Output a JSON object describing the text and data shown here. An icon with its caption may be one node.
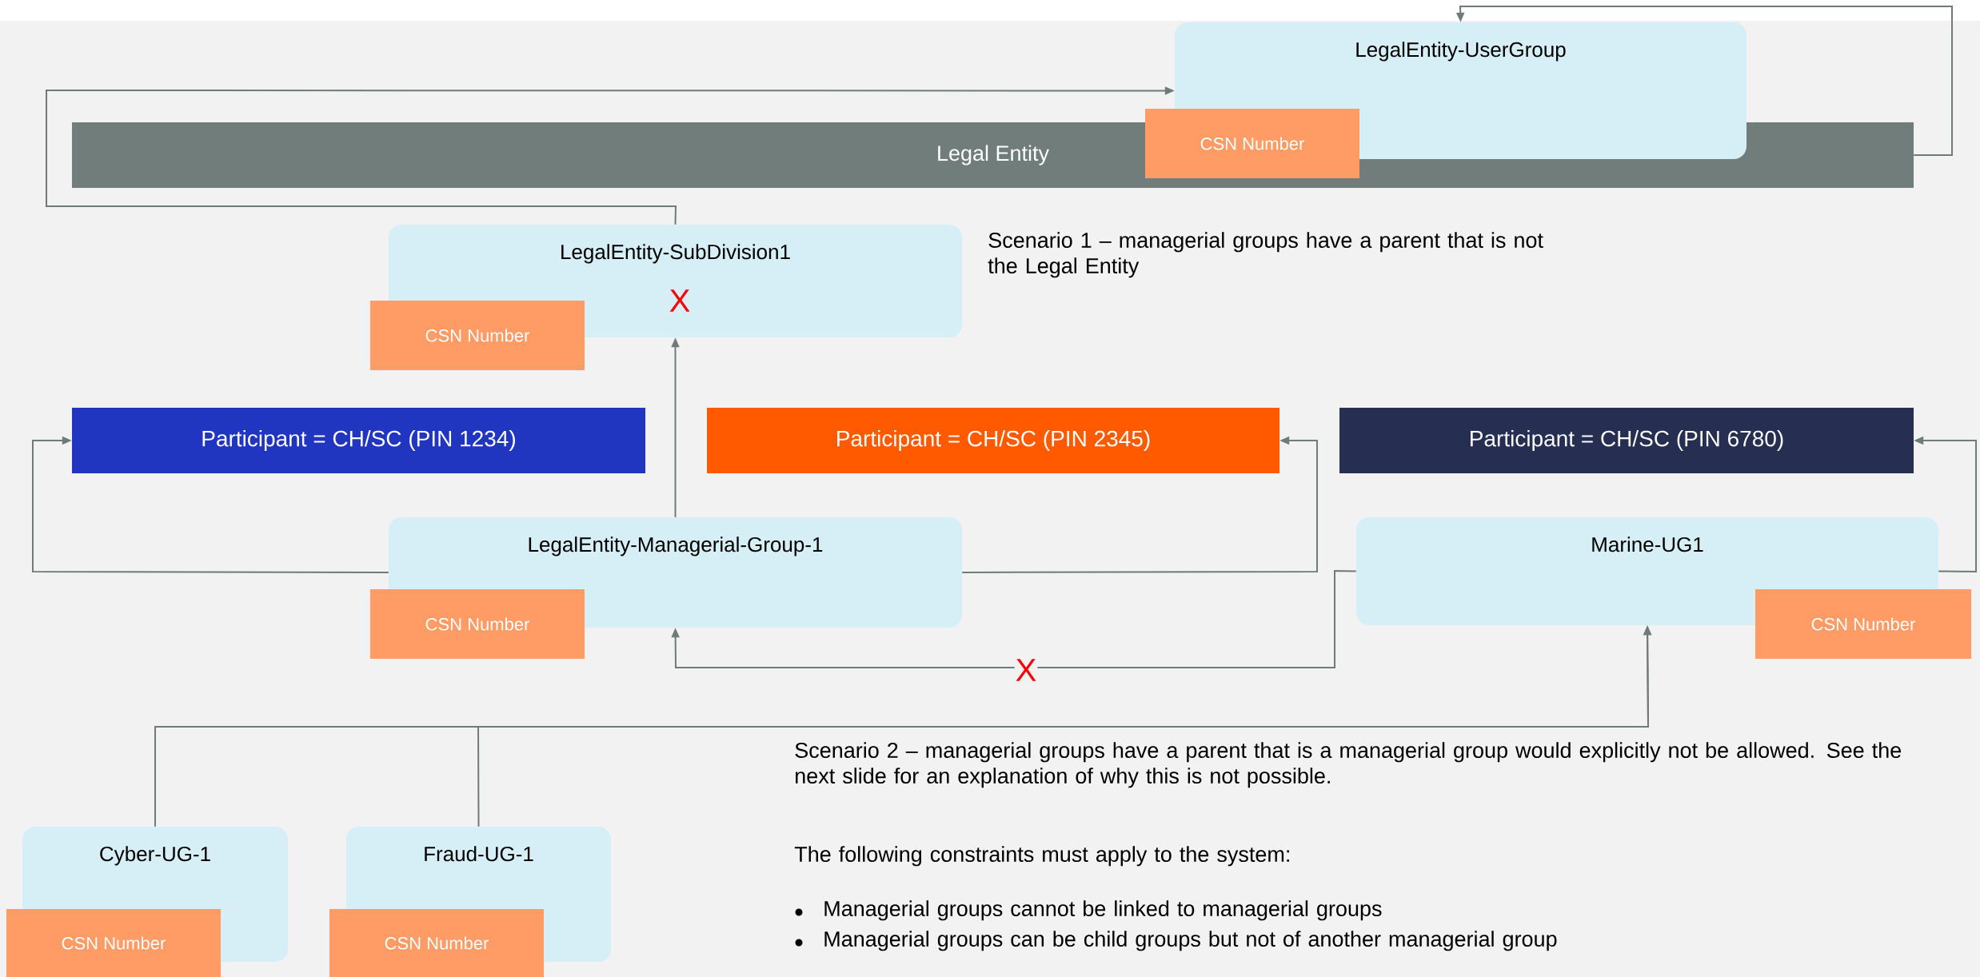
{
  "diagram": {
    "nodes": [
      {
        "text": [
          "Legal Entity"
        ]
      },
      {
        "text": [
          "LegalEntity-UserGroup"
        ]
      },
      {
        "text": [
          "CSN Number"
        ]
      },
      {
        "text": [
          "LegalEntity-SubDivision1"
        ]
      },
      {
        "text": [
          "CSN Number"
        ]
      },
      {
        "text": [
          "Participant = CH/SC (PIN 1234)"
        ]
      },
      {
        "text": [
          "Participant = CH/SC (PIN 2345)"
        ]
      },
      {
        "text": [
          "Participant = CH/SC (PIN 6780)"
        ]
      },
      {
        "text": [
          "LegalEntity-Managerial-Group-1"
        ]
      },
      {
        "text": [
          "CSN Number"
        ]
      },
      {
        "text": [
          "Marine-UG1"
        ]
      },
      {
        "text": [
          "CSN Number"
        ]
      },
      {
        "text": [
          "Cyber-UG-1"
        ]
      },
      {
        "text": [
          "CSN Number"
        ]
      },
      {
        "text": [
          "Fraud-UG-1"
        ]
      },
      {
        "text": [
          "CSN Number"
        ]
      }
    ],
    "edges": [
      {
        "from": 3,
        "to": 1,
        "arrow": "to"
      },
      {
        "from": 0,
        "to": 1,
        "arrow": "to"
      },
      {
        "from": 8,
        "to": 3,
        "arrow": "to",
        "label": "X"
      },
      {
        "from": 8,
        "to": 5,
        "arrow": "to"
      },
      {
        "from": 8,
        "to": 6,
        "arrow": "to"
      },
      {
        "from": 10,
        "to": 7,
        "arrow": "to"
      },
      {
        "from": 10,
        "to": 8,
        "arrow": "to",
        "label": "X"
      },
      {
        "from": 12,
        "to": 10,
        "arrow": "to"
      },
      {
        "from": 14,
        "to": 10,
        "arrow": "to"
      }
    ],
    "labels": [
      "Scenario 1 – managerial groups have a parent that is not the Legal Entity",
      "Scenario 2 – managerial groups have a parent that is a managerial group would explicitly not be allowed. See the next slide for an explanation of why this is not possible.",
      "The following constraints must apply to the system:",
      "Managerial groups cannot be linked to managerial groups",
      "Managerial groups can be child groups but not of another managerial group"
    ]
  }
}
